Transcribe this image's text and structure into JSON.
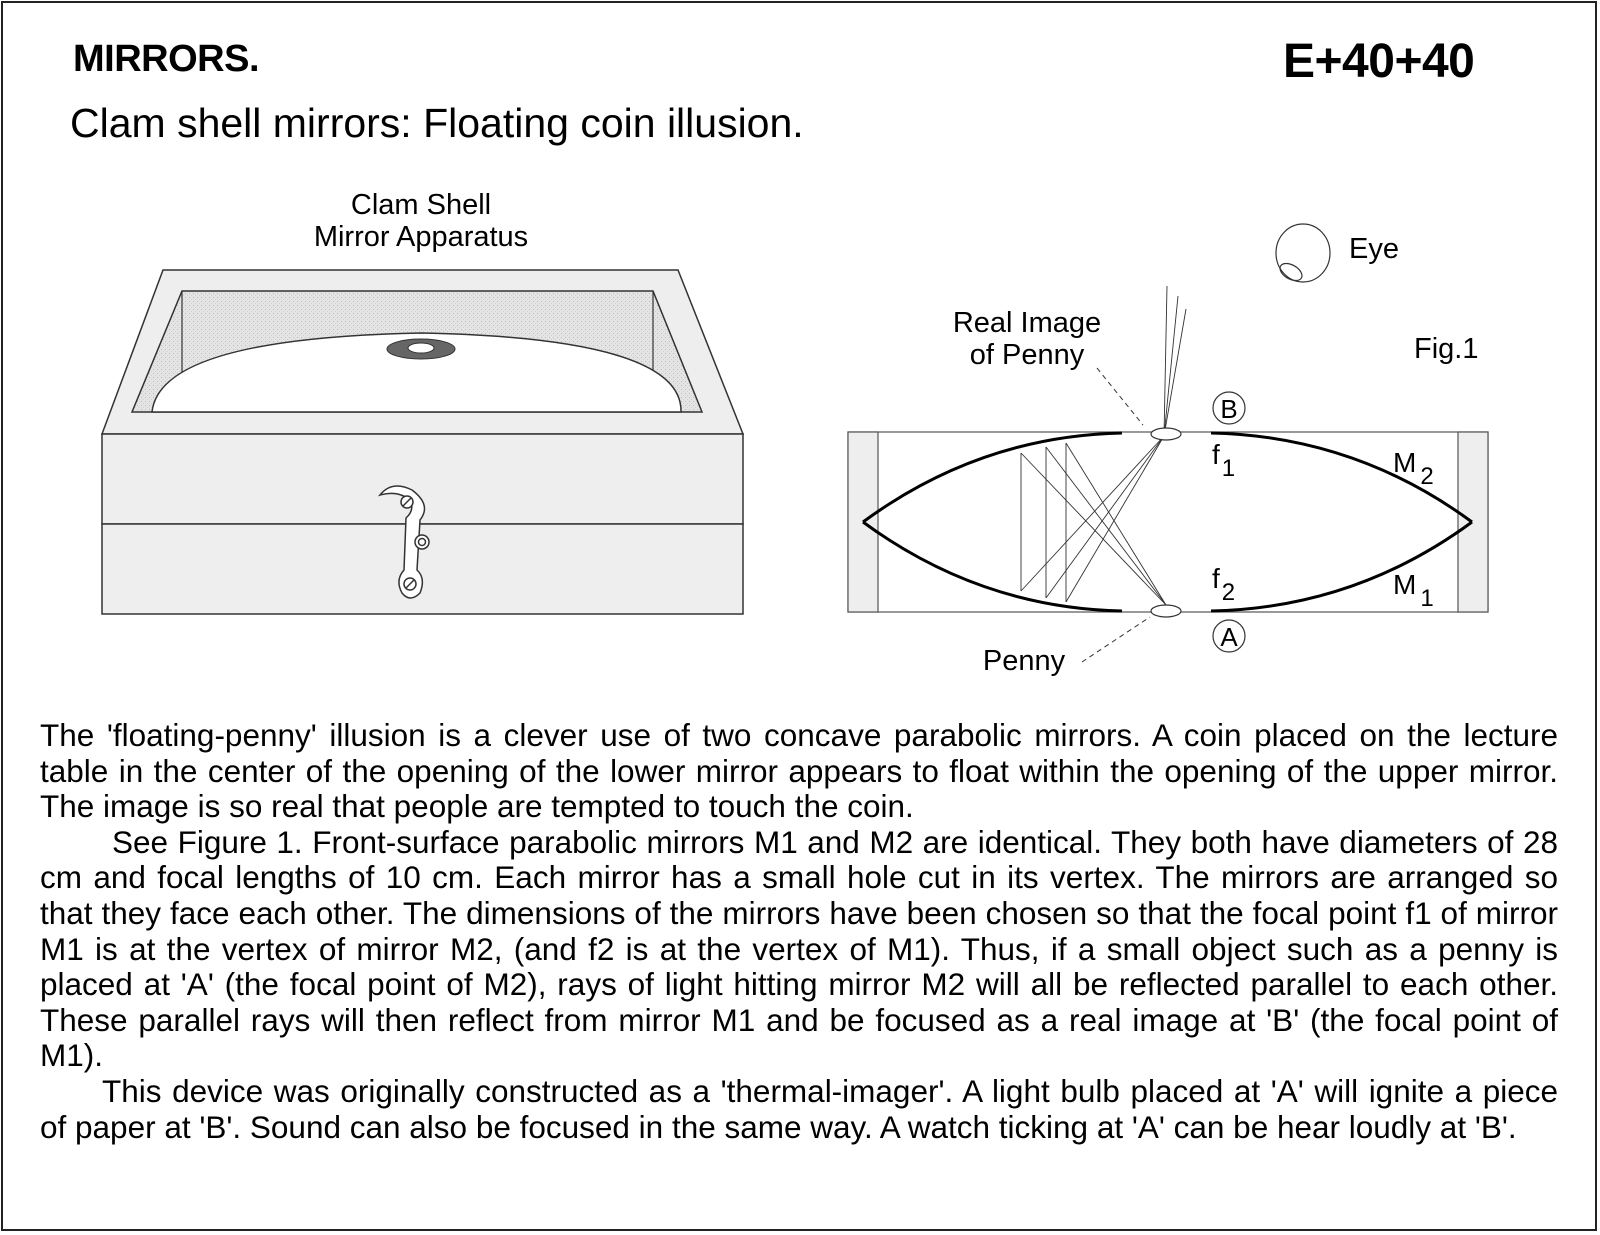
{
  "header": {
    "section_title": "MIRRORS.",
    "demo_code": "E+40+40",
    "subtitle": "Clam shell mirrors: Floating coin illusion."
  },
  "figure_apparatus": {
    "caption_line1": "Clam Shell",
    "caption_line2": "Mirror Apparatus"
  },
  "figure_1": {
    "label": "Fig.1",
    "eye_label": "Eye",
    "real_image_label_line1": "Real Image",
    "real_image_label_line2": "of Penny",
    "penny_label": "Penny",
    "point_b": "B",
    "point_a": "A",
    "f1": "f",
    "f1_sub": "1",
    "f2": "f",
    "f2_sub": "2",
    "m2": "M",
    "m2_sub": "2",
    "m1": "M",
    "m1_sub": "1"
  },
  "body": {
    "paragraphs": [
      "The 'floating-penny' illusion is a clever use of two concave parabolic mirrors. A coin placed on the lecture table in the center of the opening of the lower mirror appears to float within the opening of the upper mirror. The image is so real that people are tempted to touch the coin.",
      "See Figure 1. Front-surface parabolic mirrors M1 and M2 are identical. They both have diameters of 28 cm and focal lengths of 10 cm. Each mirror has a small hole cut in its vertex. The mirrors are arranged so that they face each other. The dimensions of the mirrors have been chosen so that the focal point f1 of mirror M1 is at the vertex of mirror M2, (and f2 is at the vertex of M1). Thus, if a small object such as a penny is placed at 'A' (the focal point of M2), rays of light hitting mirror M2 will all be reflected parallel to each other. These  parallel rays will then reflect from mirror M1 and be focused as a real image at 'B' (the focal point of M1).",
      "This device  was originally constructed as a 'thermal-imager'. A light bulb placed at 'A' will ignite a piece of paper at 'B'. Sound can also be focused in the same way.  A watch ticking at 'A' can be hear loudly at 'B'."
    ]
  }
}
